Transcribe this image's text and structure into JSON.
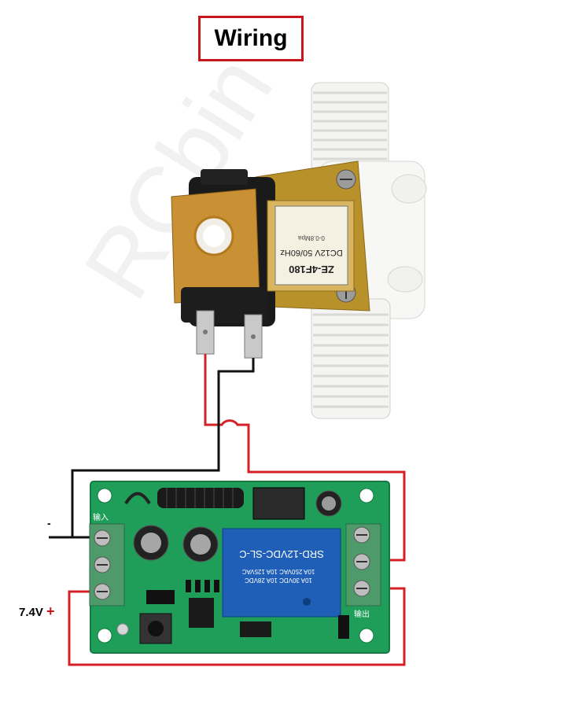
{
  "title": "Wiring",
  "labels": {
    "negative": "-",
    "positive_voltage": "7.4V",
    "positive_sign": "+"
  },
  "valve": {
    "model": "ZE-4F180",
    "rating": "DC12V 50/60Hz",
    "pressure": "0-0.8Mpa"
  },
  "relay": {
    "model": "SRD-12VDC-SL-C",
    "ratings": [
      "10A 250VAC 10A 125VAC",
      "10A 30VDC 10A 28VDC"
    ]
  },
  "board": {
    "input_label": "输入",
    "output_label": "输出"
  },
  "colors": {
    "title_border": "#c8161d",
    "wire_red": "#d42027",
    "wire_black": "#111111",
    "pcb": "#1f9e5a",
    "relay": "#1f5fb8",
    "terminal": "#4f9a6a"
  }
}
